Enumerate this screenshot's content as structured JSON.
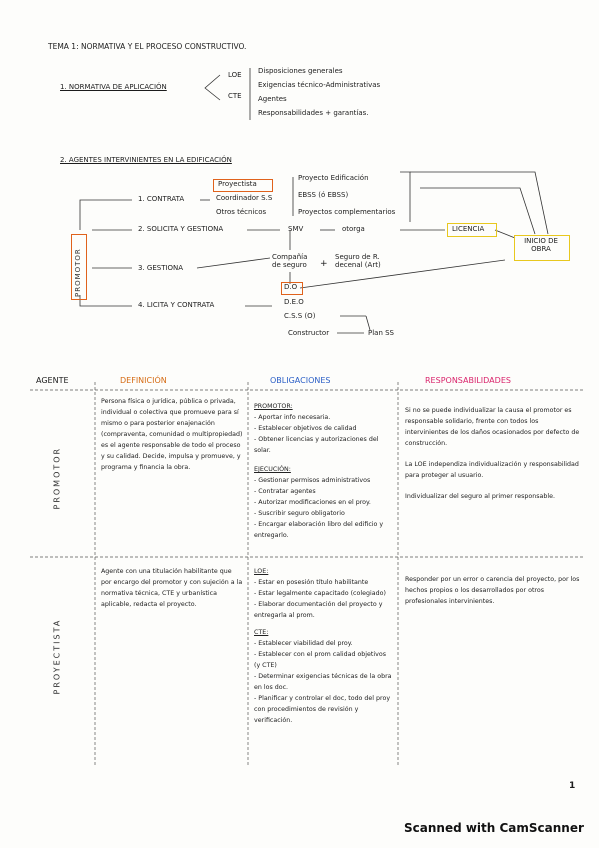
{
  "title": "TEMA 1: NORMATIVA Y EL PROCESO CONSTRUCTIVO.",
  "s1": {
    "heading": "1. NORMATIVA DE APLICACIÓN",
    "loe": "LOE",
    "cte": "CTE",
    "items": [
      "Disposiciones generales",
      "Exigencias técnico-Administrativas",
      "Agentes",
      "Responsabilidades + garantías."
    ]
  },
  "s2": {
    "heading": "2. AGENTES INTERVINIENTES EN LA EDIFICACIÓN",
    "promotor": "PROMOTOR",
    "branches": [
      "1. CONTRATA",
      "2. SOLICITA Y GESTIONA",
      "3. GESTIONA",
      "4. LICITA Y CONTRATA"
    ],
    "proyectista": "Proyectista",
    "coordinador": "Coordinador S.S",
    "otros": "Otros técnicos",
    "docs": [
      "Proyecto Edificación",
      "EBSS (ó EBSS)",
      "Proyectos complementarios"
    ],
    "smv": "SMV",
    "otorga": "otorga",
    "licencia": "LICENCIA",
    "inicio": "INICIO DE OBRA",
    "compania": "Compañía de seguro",
    "seguro": "Seguro de R. decenal (Art)",
    "do": "D.O",
    "deo": "D.E.O",
    "css": "C.S.S (O)",
    "constructor": "Constructor",
    "plan": "Plan SS"
  },
  "table": {
    "headers": [
      "AGENTE",
      "DEFINICIÓN",
      "OBLIGACIONES",
      "RESPONSABILIDADES"
    ],
    "rows": [
      {
        "agent": "PROMOTOR",
        "definition": "Persona física o jurídica, pública o privada, individual o colectiva que promueve para sí mismo o para posterior enajenación (compraventa, comunidad o multipropiedad) es el agente responsable de todo el proceso y su calidad. Decide, impulsa y promueve, y programa y financia la obra.",
        "obligations": [
          "PROMOTOR:",
          "- Aportar info necesaria.",
          "- Establecer objetivos de calidad",
          "- Obtener licencias y autorizaciones del solar.",
          "EJECUCIÓN:",
          "- Gestionar permisos administrativos",
          "- Contratar agentes",
          "- Autorizar modificaciones en el proy.",
          "- Suscribir seguro obligatorio",
          "- Encargar elaboración libro del edificio y entregarlo."
        ],
        "responsibilities": [
          "Si no se puede individualizar la causa el promotor es responsable solidario, frente con todos los intervinientes de los daños ocasionados por defecto de construcción.",
          "La LOE independiza individualización y responsabilidad para proteger al usuario.",
          "Individualizar del seguro al primer responsable."
        ]
      },
      {
        "agent": "PROYECTISTA",
        "definition": "Agente con una titulación habilitante que por encargo del promotor y con sujeción a la normativa técnica, CTE y urbanística aplicable, redacta el proyecto.",
        "obligations": [
          "LOE:",
          "- Estar en posesión título habilitante",
          "- Estar legalmente capacitado (colegiado)",
          "- Elaborar documentación del proyecto y entregarla al prom.",
          "CTE:",
          "- Establecer viabilidad del proy.",
          "- Establecer con el prom calidad objetivos (y CTE)",
          "- Determinar exigencias técnicas de la obra en los doc.",
          "- Planificar y controlar el doc, todo del proy con procedimientos de revisión y verificación."
        ],
        "responsibilities": [
          "Responder por un error o carencia del proyecto, por los hechos propios o los desarrollados por otros profesionales intervinientes."
        ]
      }
    ]
  },
  "page_number": "1",
  "footer": "Scanned with CamScanner"
}
